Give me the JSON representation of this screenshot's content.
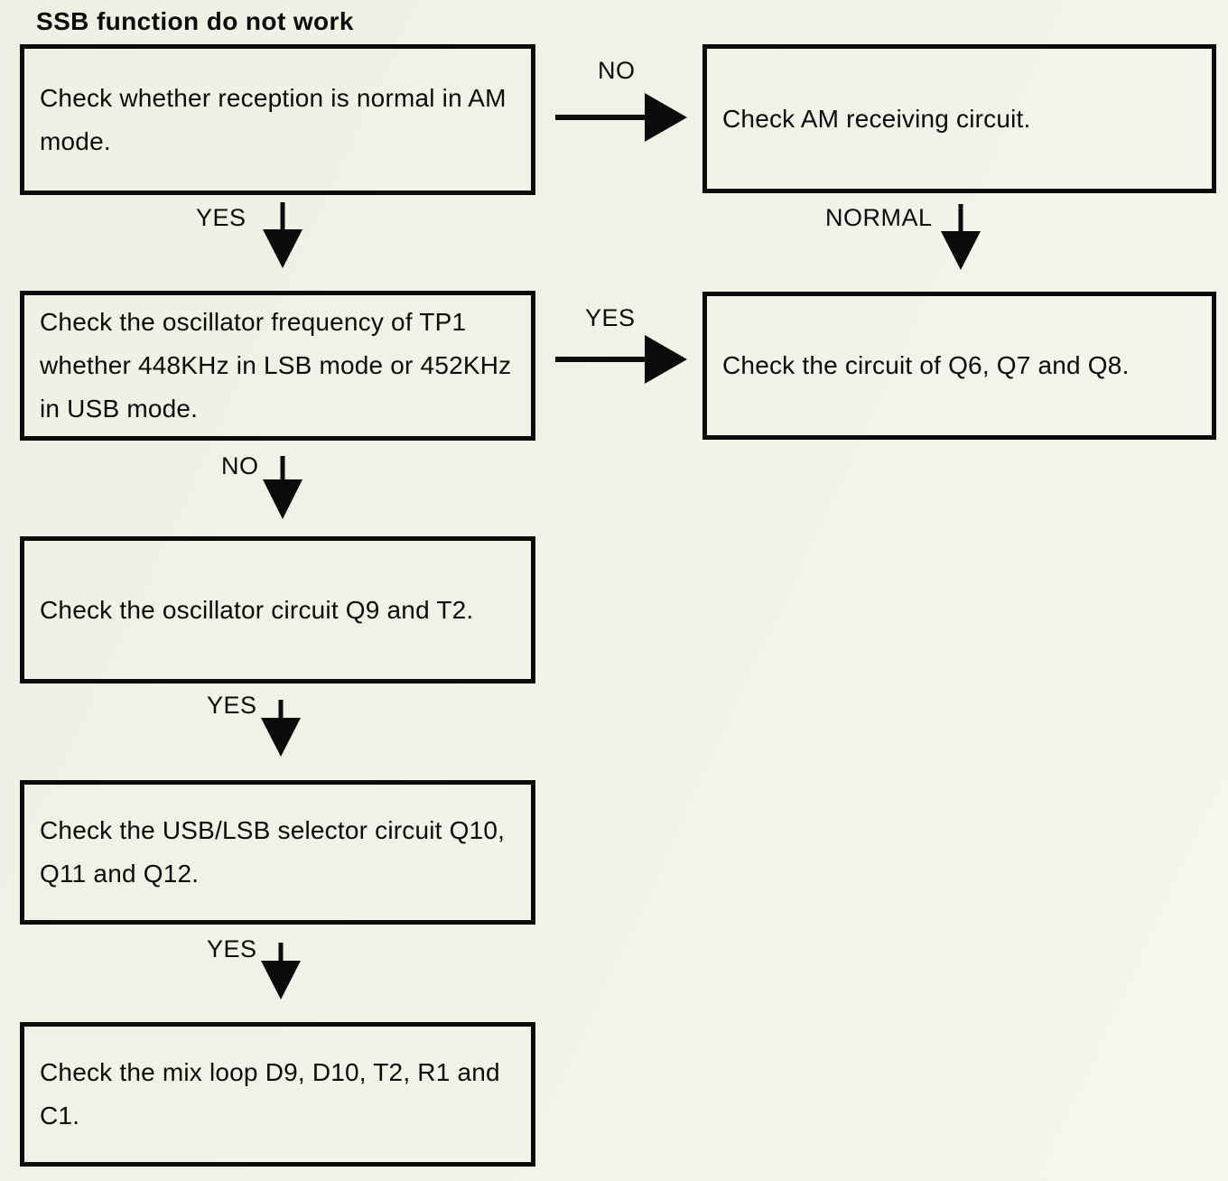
{
  "title": "SSB function do not work",
  "colors": {
    "background": "#f1f2e7",
    "ink": "#0b0b0b"
  },
  "boxes": {
    "am_reception": {
      "text": "Check whether reception is normal in AM\nmode."
    },
    "am_circuit": {
      "text": "Check AM receiving circuit."
    },
    "tp1_frequency": {
      "text": "Check the oscillator frequency of TP1\nwhether 448KHz in LSB mode or 452KHz\nin USB mode."
    },
    "q6_q7_q8": {
      "text": "Check the circuit of Q6, Q7 and Q8."
    },
    "oscillator": {
      "text": "Check the oscillator circuit Q9 and T2."
    },
    "usb_lsb_selector": {
      "text": "Check the USB/LSB selector circuit Q10,\nQ11 and Q12."
    },
    "mix_loop": {
      "text": "Check the mix loop D9, D10, T2, R1 and\nC1."
    }
  },
  "labels": {
    "no_1": "NO",
    "yes_1": "YES",
    "normal": "NORMAL",
    "yes_2": "YES",
    "no_2": "NO",
    "yes_3": "YES",
    "yes_4": "YES"
  }
}
